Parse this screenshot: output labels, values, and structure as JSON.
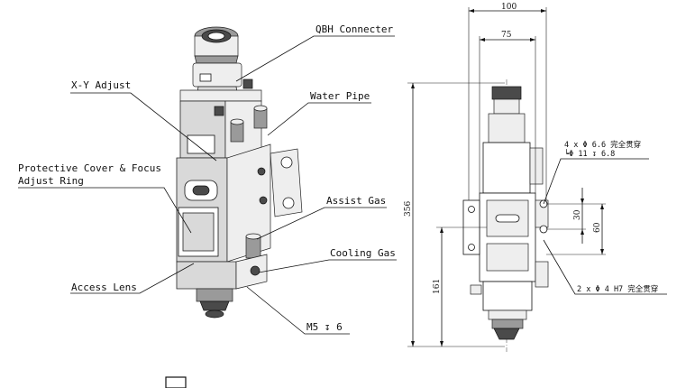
{
  "callouts": {
    "qbh": "QBH Connecter",
    "xy": "X-Y Adjust",
    "water": "Water Pipe",
    "protective_line1": "Protective Cover & Focus",
    "protective_line2": "Adjust Ring",
    "assist": "Assist Gas",
    "cooling": "Cooling Gas",
    "access": "Access Lens",
    "m5": "M5   ↧ 6"
  },
  "dimensions": {
    "width_100": "100",
    "width_75": "75",
    "height_356": "356",
    "height_161": "161",
    "spacing_30": "30",
    "spacing_60": "60",
    "hole_note_1": "4 x Φ 6.6 完全贯穿",
    "hole_note_2": "┕Φ 11 ↧ 6.8",
    "hole_note_3": "2 x Φ 4  H7 完全贯穿"
  }
}
